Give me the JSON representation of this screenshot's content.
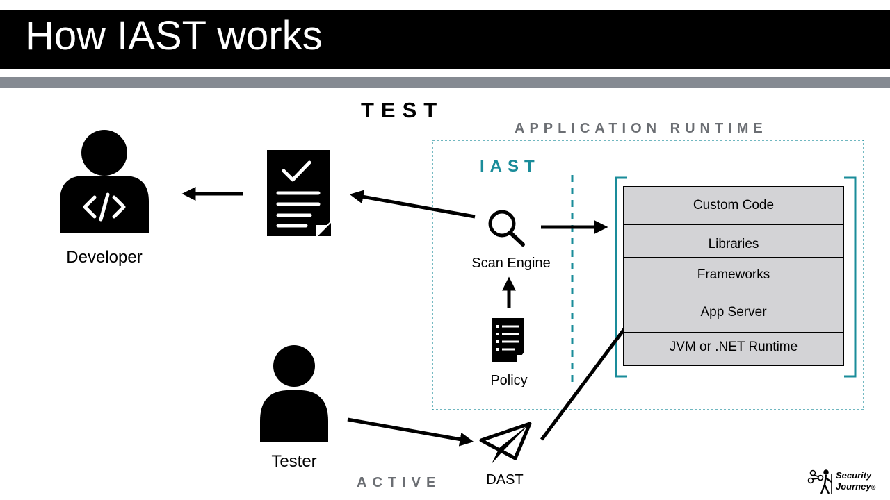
{
  "title": "How IAST works",
  "labels": {
    "test": "TEST",
    "application_runtime": "APPLICATION RUNTIME",
    "iast": "IAST",
    "active": "ACTIVE"
  },
  "actors": {
    "developer": "Developer",
    "tester": "Tester"
  },
  "components": {
    "scan_engine": "Scan Engine",
    "policy": "Policy",
    "dast": "DAST"
  },
  "runtime_stack": [
    "Custom Code",
    "Libraries",
    "Frameworks",
    "App Server",
    "JVM or .NET Runtime"
  ],
  "logo": {
    "line1": "Security",
    "line2": "Journey",
    "mark": "®"
  },
  "colors": {
    "accent": "#1a8c9a",
    "title_bar": "#000000",
    "band": "#858a92",
    "stack_fill": "#d3d3d6",
    "label_gray": "#6b6e73"
  },
  "icons": [
    "developer-code-icon",
    "report-checklist-icon",
    "magnifier-icon",
    "policy-document-icon",
    "tester-person-icon",
    "paper-plane-icon"
  ]
}
